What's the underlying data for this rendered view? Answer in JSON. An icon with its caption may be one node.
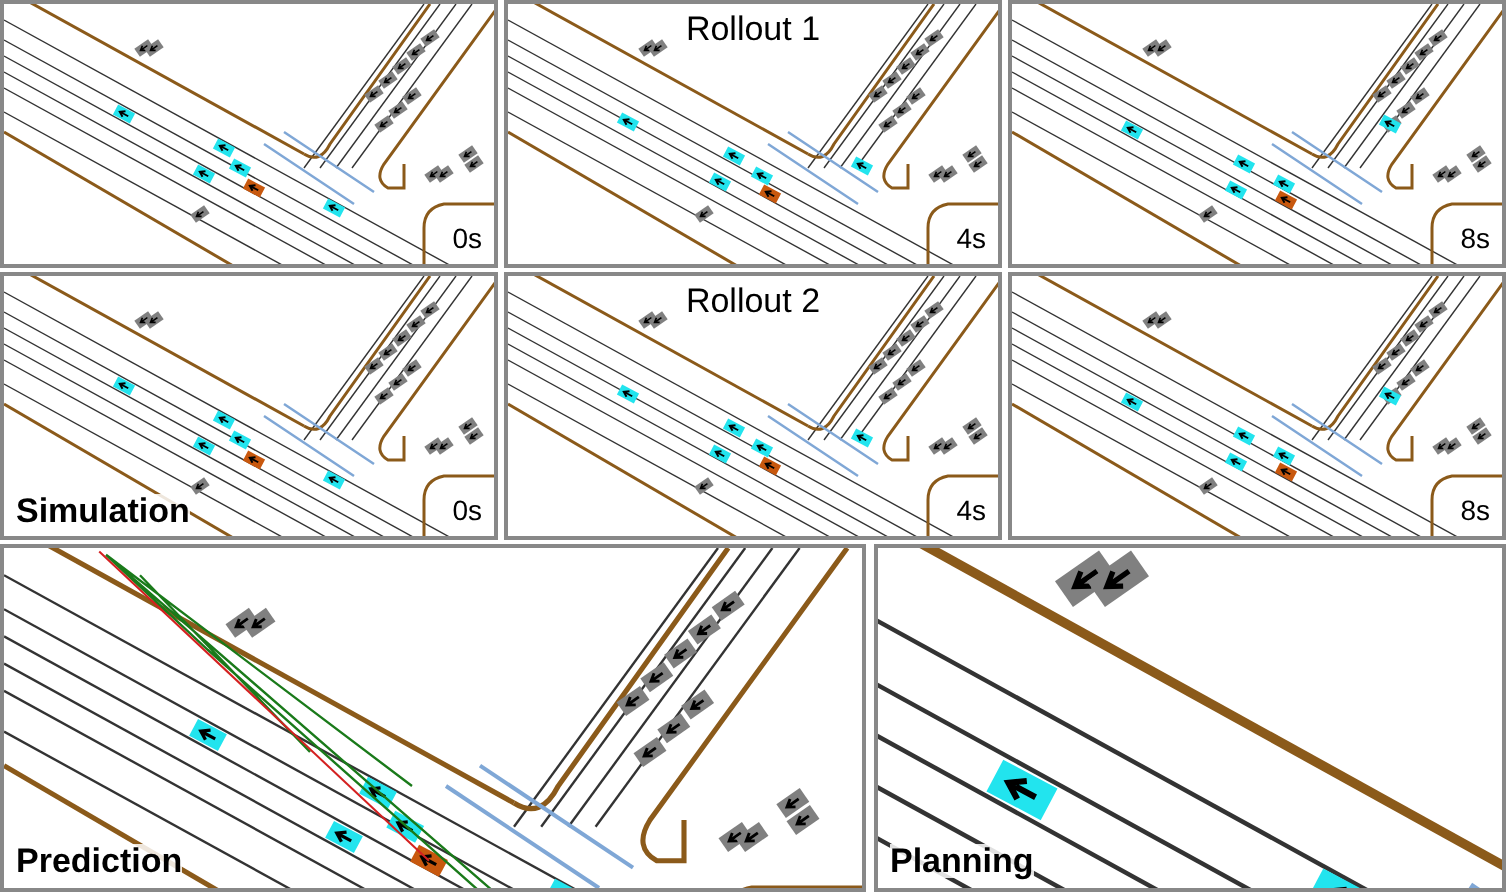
{
  "diagram": {
    "nodes": [
      {
        "text": [
          "0s"
        ]
      },
      {
        "text": [
          "Rollout 1",
          "4s"
        ]
      },
      {
        "text": [
          "8s"
        ]
      },
      {
        "text": [
          "Simulation",
          "0s"
        ]
      },
      {
        "text": [
          "Rollout 2",
          "4s"
        ]
      },
      {
        "text": [
          "8s"
        ]
      },
      {
        "text": [
          "Prediction"
        ]
      },
      {
        "text": [
          "Planning"
        ]
      }
    ]
  }
}
